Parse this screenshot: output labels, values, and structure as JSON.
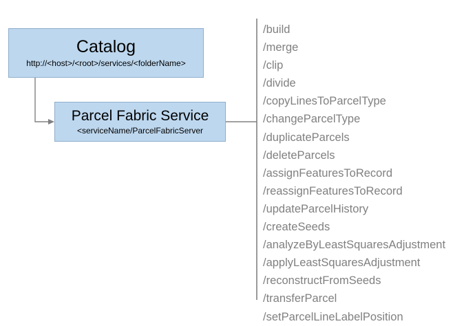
{
  "diagram": {
    "nodes": [
      {
        "id": "catalog",
        "title": "Catalog",
        "subtitle": "http://<host>/<root>/services/<folderName>"
      },
      {
        "id": "parcel-fabric-service",
        "title": "Parcel Fabric Service",
        "subtitle": "<serviceName/ParcelFabricServer"
      }
    ],
    "colors": {
      "node_fill": "#bdd7ee",
      "node_border": "#8faecb",
      "connector": "#808080",
      "operation_text": "#808080",
      "title_text": "#000000"
    },
    "operations": [
      "/build",
      "/merge",
      "/clip",
      "/divide",
      "/copyLinesToParcelType",
      "/changeParcelType",
      "/duplicateParcels",
      "/deleteParcels",
      "/assignFeaturesToRecord",
      "/reassignFeaturesToRecord",
      "/updateParcelHistory",
      "/createSeeds",
      "/analyzeByLeastSquaresAdjustment",
      "/applyLeastSquaresAdjustment",
      "/reconstructFromSeeds",
      "/transferParcel",
      "/setParcelLineLabelPosition"
    ]
  }
}
